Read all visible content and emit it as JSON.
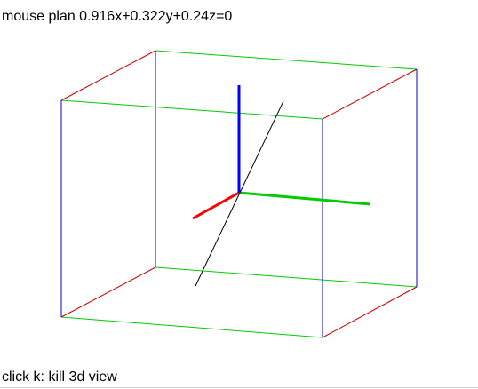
{
  "status": {
    "mouse_plane_equation": "mouse plan 0.916x+0.322y+0.24z=0"
  },
  "help": {
    "hint": "click k: kill 3d view"
  },
  "colors": {
    "x_axis": "#ff0000",
    "y_axis": "#00cc00",
    "z_axis": "#0000ff",
    "plane_trace": "#000000",
    "box_edge_x": "#cc0000",
    "box_edge_y": "#00cc00",
    "box_edge_z": "#0000cc"
  },
  "plane": {
    "a": 0.916,
    "b": 0.322,
    "c": 0.24
  }
}
